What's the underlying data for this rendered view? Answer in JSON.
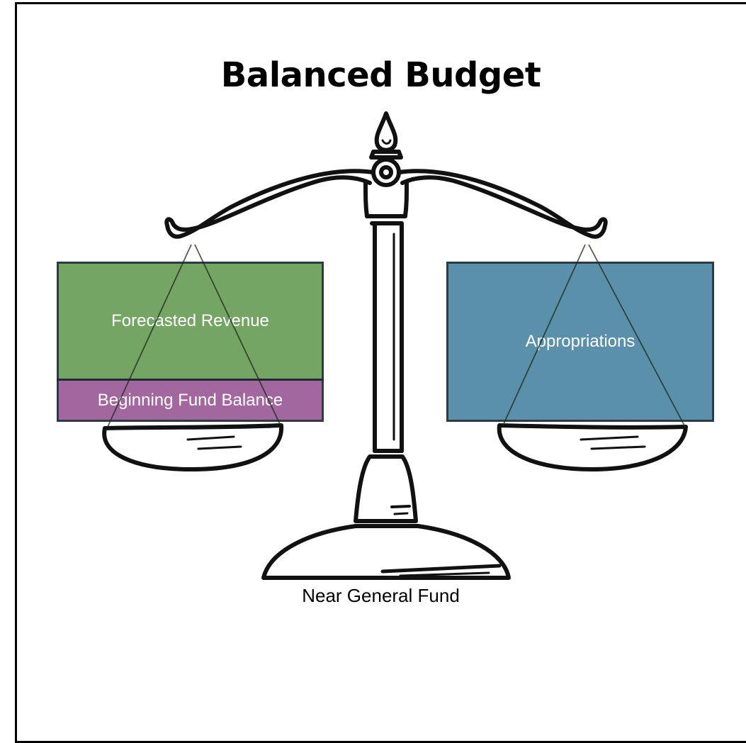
{
  "title": "Balanced Budget",
  "left_pan": {
    "top_box": {
      "label": "Forecasted Revenue",
      "color": "#6a9e57"
    },
    "bottom_box": {
      "label": "Beginning Fund Balance",
      "color": "#9b5b96"
    }
  },
  "right_pan": {
    "box": {
      "label": "Appropriations",
      "color": "#4e87a4"
    }
  },
  "caption": "Near General Fund",
  "icon": "balance-scale-icon"
}
